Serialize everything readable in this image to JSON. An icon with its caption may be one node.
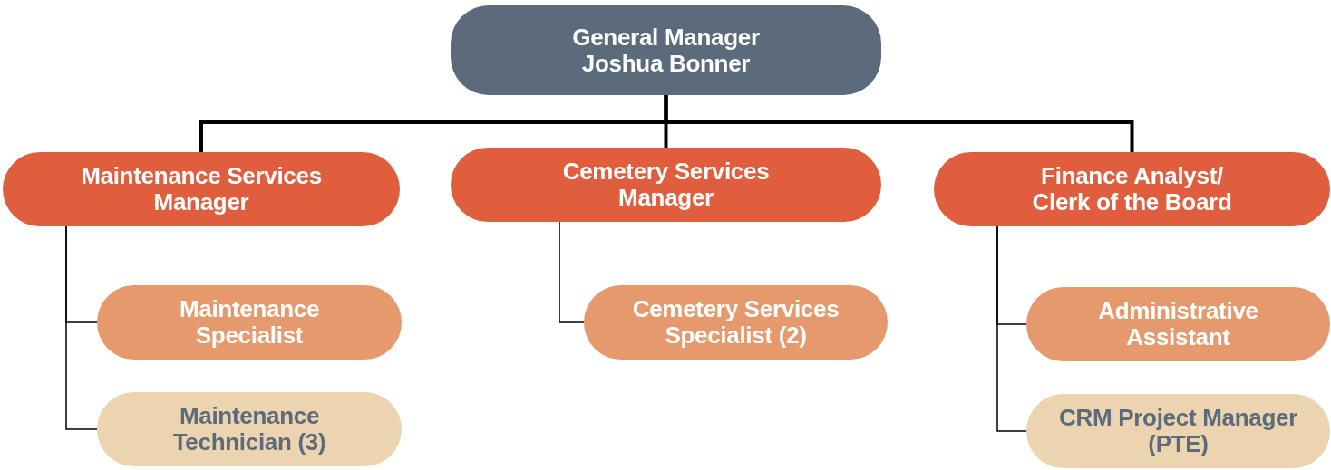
{
  "diagram": {
    "nodes": [
      {
        "text": [
          "General Manager",
          "Joshua Bonner"
        ]
      },
      {
        "text": [
          "Maintenance Services Manager"
        ]
      },
      {
        "text": [
          "Cemetery Services Manager"
        ]
      },
      {
        "text": [
          "Finance Analyst/ Clerk of the Board"
        ]
      },
      {
        "text": [
          "Maintenance Specialist"
        ]
      },
      {
        "text": [
          "Maintenance Technician (3)"
        ]
      },
      {
        "text": [
          "Cemetery Services Specialist (2)"
        ]
      },
      {
        "text": [
          "Administrative Assistant"
        ]
      },
      {
        "text": [
          "CRM Project Manager (PTE)"
        ]
      }
    ],
    "edges": [
      {
        "from": 0,
        "to": 1,
        "arrow": "none",
        "style": "thick"
      },
      {
        "from": 0,
        "to": 2,
        "arrow": "none",
        "style": "thick"
      },
      {
        "from": 0,
        "to": 3,
        "arrow": "none",
        "style": "thick"
      },
      {
        "from": 1,
        "to": 4,
        "arrow": "none"
      },
      {
        "from": 1,
        "to": 5,
        "arrow": "none"
      },
      {
        "from": 2,
        "to": 6,
        "arrow": "none"
      },
      {
        "from": 3,
        "to": 7,
        "arrow": "none"
      },
      {
        "from": 3,
        "to": 8,
        "arrow": "none"
      }
    ]
  }
}
